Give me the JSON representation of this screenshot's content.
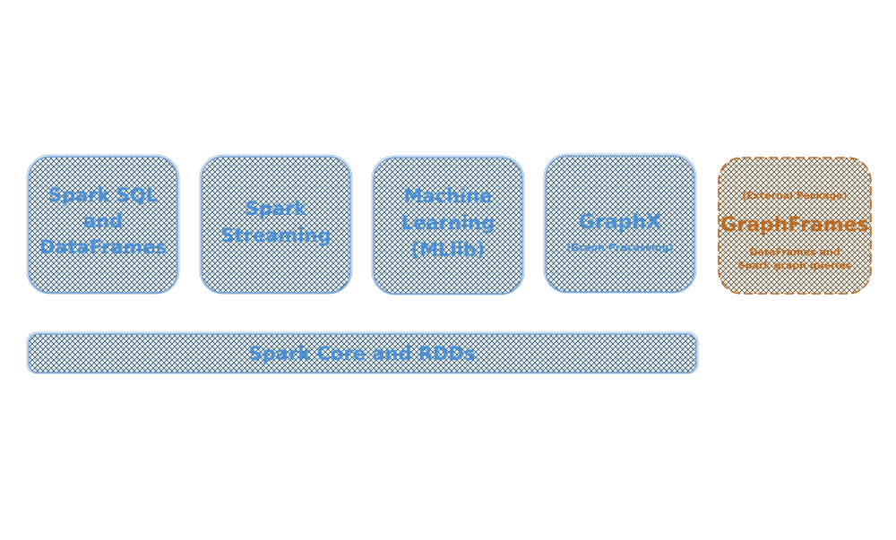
{
  "colors": {
    "box_stroke": "#6f9fd8",
    "box_hatch": "#1f4a66",
    "box_text": "#4a90d9",
    "ext_stroke": "#c06a1f",
    "ext_hatch": "#5c4a28",
    "ext_text": "#c06a1f"
  },
  "components": [
    {
      "lines": [
        "Spark SQL",
        "and",
        "DataFrames"
      ]
    },
    {
      "lines": [
        "Spark",
        "Streaming"
      ]
    },
    {
      "lines": [
        "Machine",
        "Learning",
        "(MLlib)"
      ]
    },
    {
      "lines": [
        "GraphX"
      ],
      "subtitle": "(Graph Processing)"
    }
  ],
  "external": {
    "tag": "(External Package)",
    "title": "GraphFrames",
    "lines": [
      "DataFrames and",
      "Spark graph queries"
    ]
  },
  "core": {
    "label": "Spark Core and RDDs"
  }
}
